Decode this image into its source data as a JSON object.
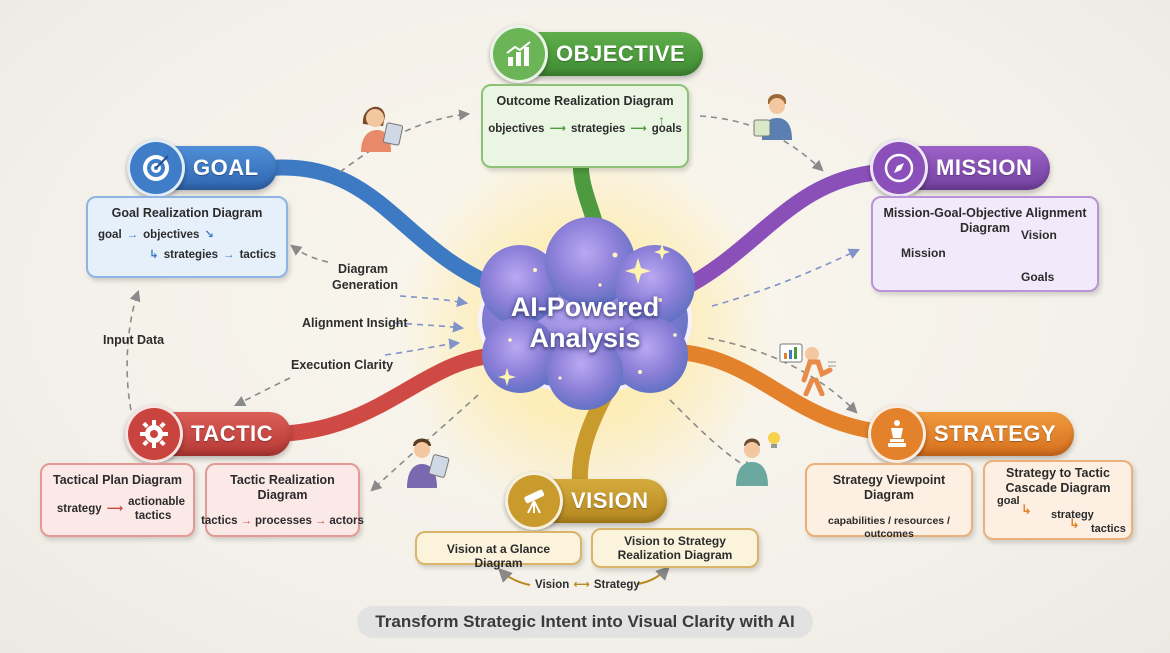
{
  "center": {
    "line1": "AI-Powered",
    "line2": "Analysis"
  },
  "caption": "Transform Strategic Intent into Visual Clarity with AI",
  "colors": {
    "objective": "#4e9a3f",
    "goal": "#3e79c4",
    "mission": "#8a4fb8",
    "tactic": "#d04a45",
    "vision": "#c99a2c",
    "strategy": "#e3822a"
  },
  "nodes": {
    "objective": {
      "label": "OBJECTIVE",
      "icon": "bar-chart-growth-icon",
      "card": {
        "title": "Outcome Realization Diagram",
        "flow": [
          "objectives",
          "strategies",
          "goals"
        ]
      }
    },
    "goal": {
      "label": "GOAL",
      "icon": "target-icon",
      "card": {
        "title": "Goal Realization Diagram",
        "flow": [
          "goal",
          "objectives",
          "strategies",
          "tactics"
        ]
      }
    },
    "mission": {
      "label": "MISSION",
      "icon": "compass-icon",
      "card": {
        "title": "Mission-Goal-Objective Alignment Diagram",
        "source": "Mission",
        "targets": [
          "Vision",
          "Goals"
        ]
      }
    },
    "tactic": {
      "label": "TACTIC",
      "icon": "gear-icon",
      "cards": [
        {
          "title": "Tactical Plan Diagram",
          "flow": [
            "strategy",
            "actionable tactics"
          ]
        },
        {
          "title": "Tactic Realization Diagram",
          "flow": [
            "tactics",
            "processes",
            "actors"
          ]
        }
      ]
    },
    "vision": {
      "label": "VISION",
      "icon": "telescope-icon",
      "cards": [
        {
          "title": "Vision at a Glance Diagram"
        },
        {
          "title": "Vision to Strategy Realization Diagram"
        }
      ],
      "loop": [
        "Vision",
        "Strategy"
      ]
    },
    "strategy": {
      "label": "STRATEGY",
      "icon": "chess-queen-icon",
      "cards": [
        {
          "title": "Strategy Viewpoint Diagram",
          "text": "capabilities / resources / outcomes"
        },
        {
          "title": "Strategy to Tactic Cascade Diagram",
          "flow": [
            "goal",
            "strategy",
            "tactics"
          ]
        }
      ]
    }
  },
  "annotations": {
    "diagram_generation": "Diagram Generation",
    "alignment_insight": "Alignment Insight",
    "execution_clarity": "Execution Clarity",
    "input_data": "Input Data"
  }
}
